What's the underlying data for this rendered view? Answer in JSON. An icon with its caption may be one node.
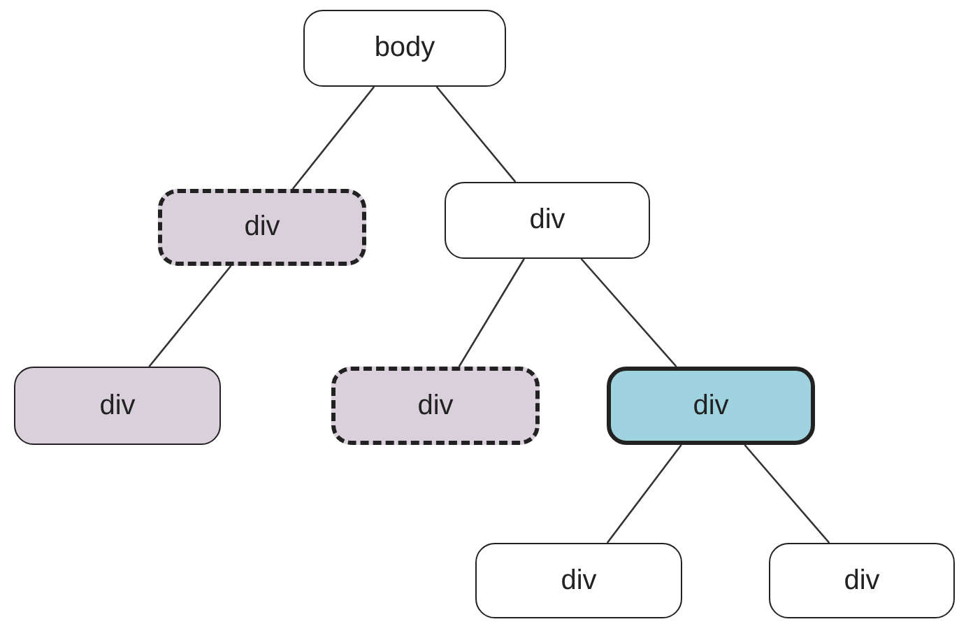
{
  "diagram": {
    "nodes": [
      {
        "text": [
          "body"
        ]
      },
      {
        "text": [
          "div"
        ]
      },
      {
        "text": [
          "div"
        ]
      },
      {
        "text": [
          "div"
        ]
      },
      {
        "text": [
          "div"
        ]
      },
      {
        "text": [
          "div"
        ]
      },
      {
        "text": [
          "div"
        ]
      },
      {
        "text": [
          "div"
        ]
      }
    ],
    "edges": [
      {
        "from": 0,
        "to": 1,
        "arrow": "none"
      },
      {
        "from": 0,
        "to": 2,
        "arrow": "none"
      },
      {
        "from": 1,
        "to": 3,
        "arrow": "none"
      },
      {
        "from": 2,
        "to": 4,
        "arrow": "none"
      },
      {
        "from": 2,
        "to": 5,
        "arrow": "none"
      },
      {
        "from": 5,
        "to": 6,
        "arrow": "none"
      },
      {
        "from": 5,
        "to": 7,
        "arrow": "none"
      }
    ]
  }
}
